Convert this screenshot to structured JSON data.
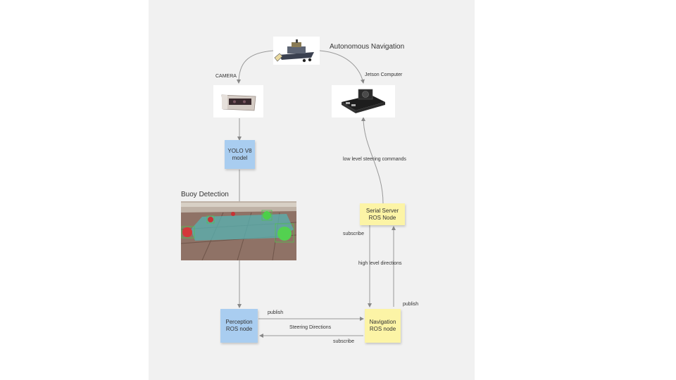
{
  "diagram": {
    "title": "Autonomous Navigation",
    "camera_label": "CAMERA",
    "jetson_label": "Jetson Computer",
    "buoy_title": "Buoy Detection",
    "low_level_label": "low level steering commands",
    "subscribe_label_1": "subscribe",
    "high_level_label": "high level directions",
    "publish_label_1": "publish",
    "publish_label_2": "publish",
    "steering_label": "Steering Directions",
    "subscribe_label_2": "subscribe",
    "nodes": {
      "yolo": "YOLO V8 model",
      "serial": "Serial Server ROS Node",
      "perception": "Perception ROS node",
      "navigation": "Navigation ROS node"
    }
  },
  "colors": {
    "blue_note": "#a9cdf0",
    "yellow_note": "#fcf4a6",
    "canvas": "#f1f1f1"
  }
}
